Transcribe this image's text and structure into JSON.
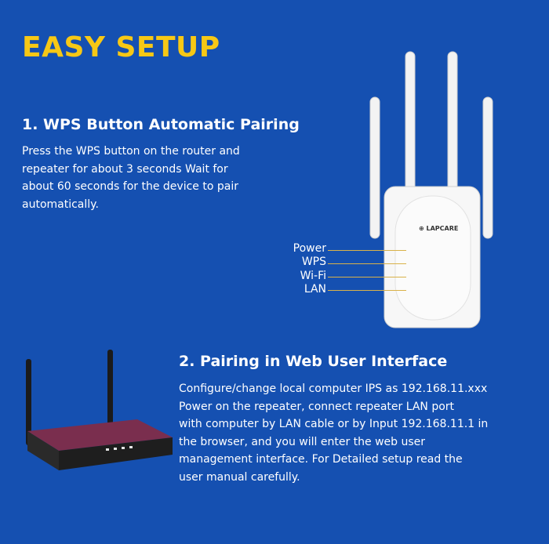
{
  "title": "EASY SETUP",
  "step1": {
    "heading": "1. WPS Button Automatic Pairing",
    "lines": [
      "Press the WPS button on the router and",
      "repeater for about 3 seconds Wait for",
      "about 60 seconds for the device to pair",
      "automatically."
    ]
  },
  "step2": {
    "heading": "2. Pairing in Web User Interface",
    "lines": [
      "Configure/change local computer IPS as 192.168.11.xxx",
      "Power on the repeater, connect repeater LAN port",
      "with computer by LAN cable or by Input 192.168.11.1 in",
      "the browser, and you will enter the web user",
      "management interface. For Detailed setup read the",
      "user manual carefully."
    ]
  },
  "indicators": [
    "Power",
    "WPS",
    "Wi-Fi",
    "LAN"
  ],
  "brand": "LAPCARE",
  "colors": {
    "background": "#1550b1",
    "accent": "#f7c815"
  }
}
